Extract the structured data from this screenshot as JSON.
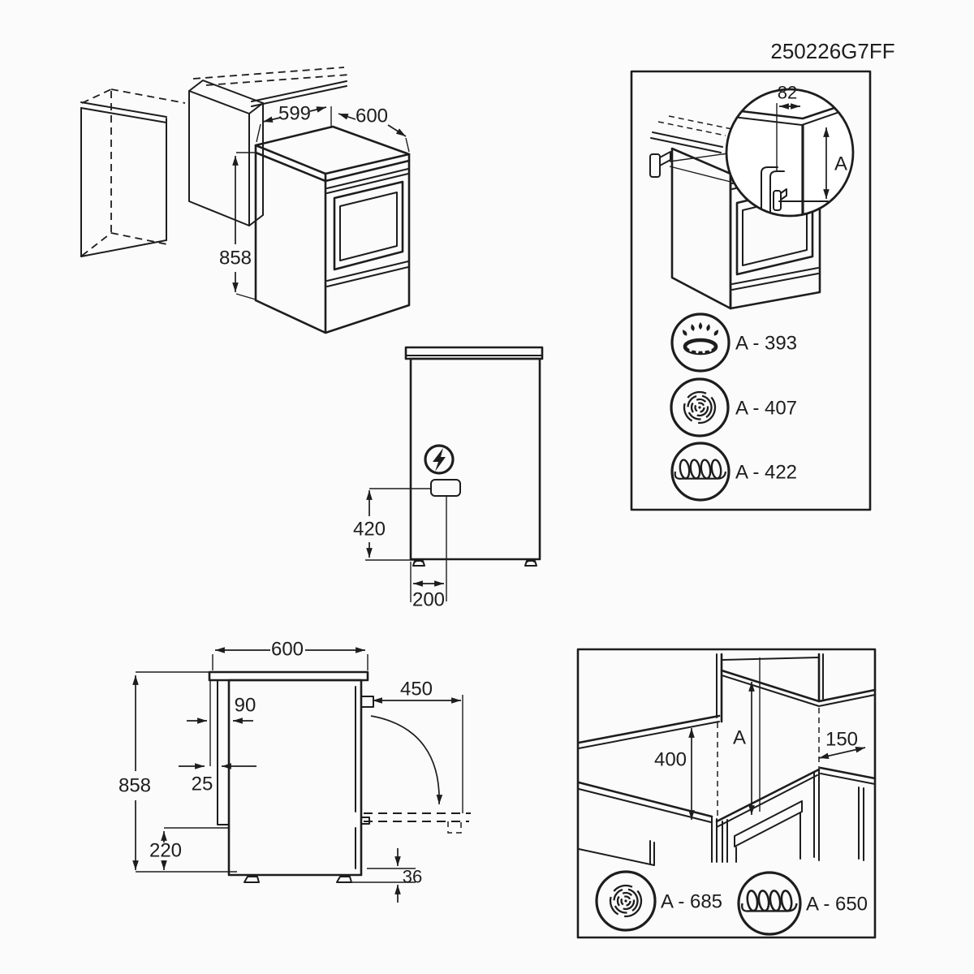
{
  "header": {
    "doc_code": "250226G7FF"
  },
  "colors": {
    "line": "#1d1d1d",
    "background": "#fbfbfb"
  },
  "iso_view": {
    "width_top": "599",
    "depth_top": "600",
    "height": "858"
  },
  "rear_view": {
    "socket_height": "420",
    "socket_offset": "200"
  },
  "side_view": {
    "depth": "600",
    "height": "858",
    "rear_gap": "90",
    "panel_gap": "25",
    "door_depth": "450",
    "plinth_height": "220",
    "foot_height": "36"
  },
  "bracket_panel": {
    "bracket_width": "82",
    "height_ref": "A",
    "legend": [
      {
        "icon": "gas-burner-icon",
        "label": "A - 393"
      },
      {
        "icon": "fan-icon",
        "label": "A - 407"
      },
      {
        "icon": "coil-icon",
        "label": "A - 422"
      }
    ]
  },
  "clearance_panel": {
    "rear_clearance": "400",
    "hood_height_ref": "A",
    "side_clearance": "150",
    "legend": [
      {
        "icon": "fan-icon",
        "label": "A - 685"
      },
      {
        "icon": "coil-icon",
        "label": "A - 650"
      }
    ]
  }
}
